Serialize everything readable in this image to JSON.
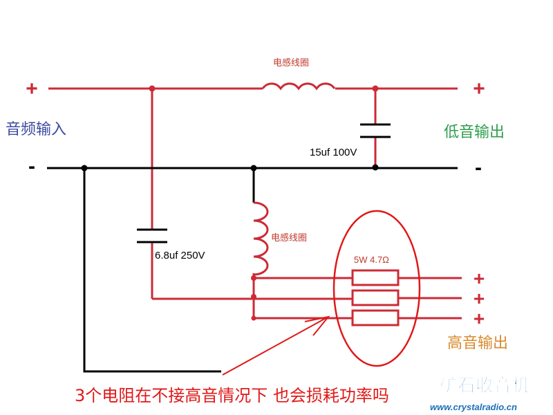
{
  "diagram": {
    "labels": {
      "input_plus": "+",
      "input_minus": "-",
      "input": "音频输入",
      "low_plus": "+",
      "low_minus": "-",
      "low_output": "低音输出",
      "inductor_top": "电感线圈",
      "inductor_mid": "电感线圈",
      "cap_low": "15uf 100V",
      "cap_high": "6.8uf 250V",
      "resistor": "5W 4.7Ω",
      "high_plus_1": "+",
      "high_plus_2": "+",
      "high_plus_3": "+",
      "high_output": "高音输出",
      "question": "3个电阻在不接高音情况下 也会损耗功率吗",
      "watermark_text": "矿石收音机",
      "watermark_url": "www.crystalradio.cn"
    },
    "colors": {
      "wire": "#cc2a36",
      "ground": "#000000",
      "input_label": "#3b4aa0",
      "low_label": "#2e9e4e",
      "high_label": "#d98a2b",
      "question": "#e01818",
      "inductor_label": "#c0392b"
    }
  }
}
